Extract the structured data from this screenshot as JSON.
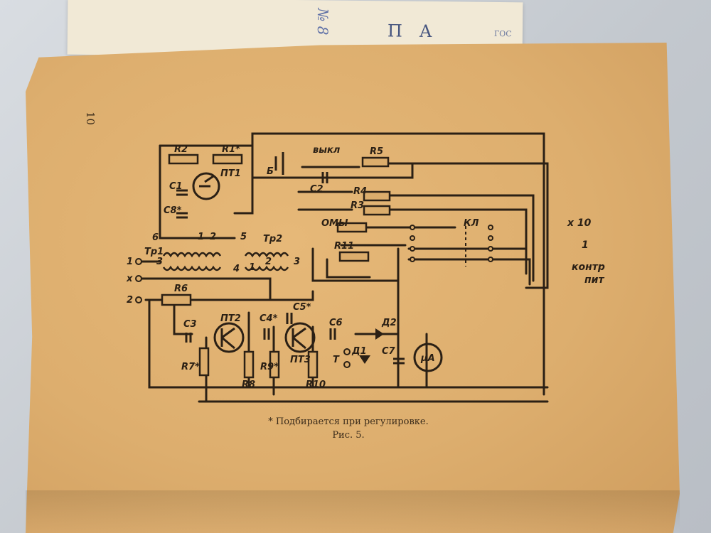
{
  "back_sheet": {
    "number": "№ 8",
    "title": "П А",
    "small": "ГОС"
  },
  "page": {
    "number": "10"
  },
  "schematic": {
    "labels": {
      "R2": "R2",
      "R1": "R1*",
      "PT1": "ПТ1",
      "C1": "C1",
      "C8": "C8*",
      "B": "Б",
      "off": "выкл",
      "R5": "R5",
      "C2": "C2",
      "R4": "R4",
      "R3": "R3",
      "ohm": "ОМЫ",
      "R11": "R11",
      "Tr1": "Тр1",
      "Tr2": "Тр2",
      "R6": "R6",
      "C3": "C3",
      "PT2": "ПТ2",
      "C4": "C4*",
      "C5": "C5*",
      "PT3": "ПТ3",
      "C6": "C6",
      "D2": "Д2",
      "D1": "Д1",
      "T": "Т",
      "C7": "C7",
      "uA": "μA",
      "R7": "R7*",
      "R8": "R8",
      "R9": "R9*",
      "R10": "R10",
      "RL": "КЛ",
      "n1": "1",
      "n2": "2",
      "n3": "3",
      "n4": "4",
      "n5": "5",
      "n6": "6",
      "t1": "1",
      "t2": "2",
      "tx": "x",
      "tr2_1": "1",
      "tr2_2": "2",
      "tr2_3": "3"
    },
    "side_legend": {
      "x10": "x 10",
      "x1": "1",
      "control": "контр",
      "power": "пит"
    }
  },
  "caption": {
    "note": "* Подбирается при регулировке.",
    "figure": "Рис. 5."
  }
}
